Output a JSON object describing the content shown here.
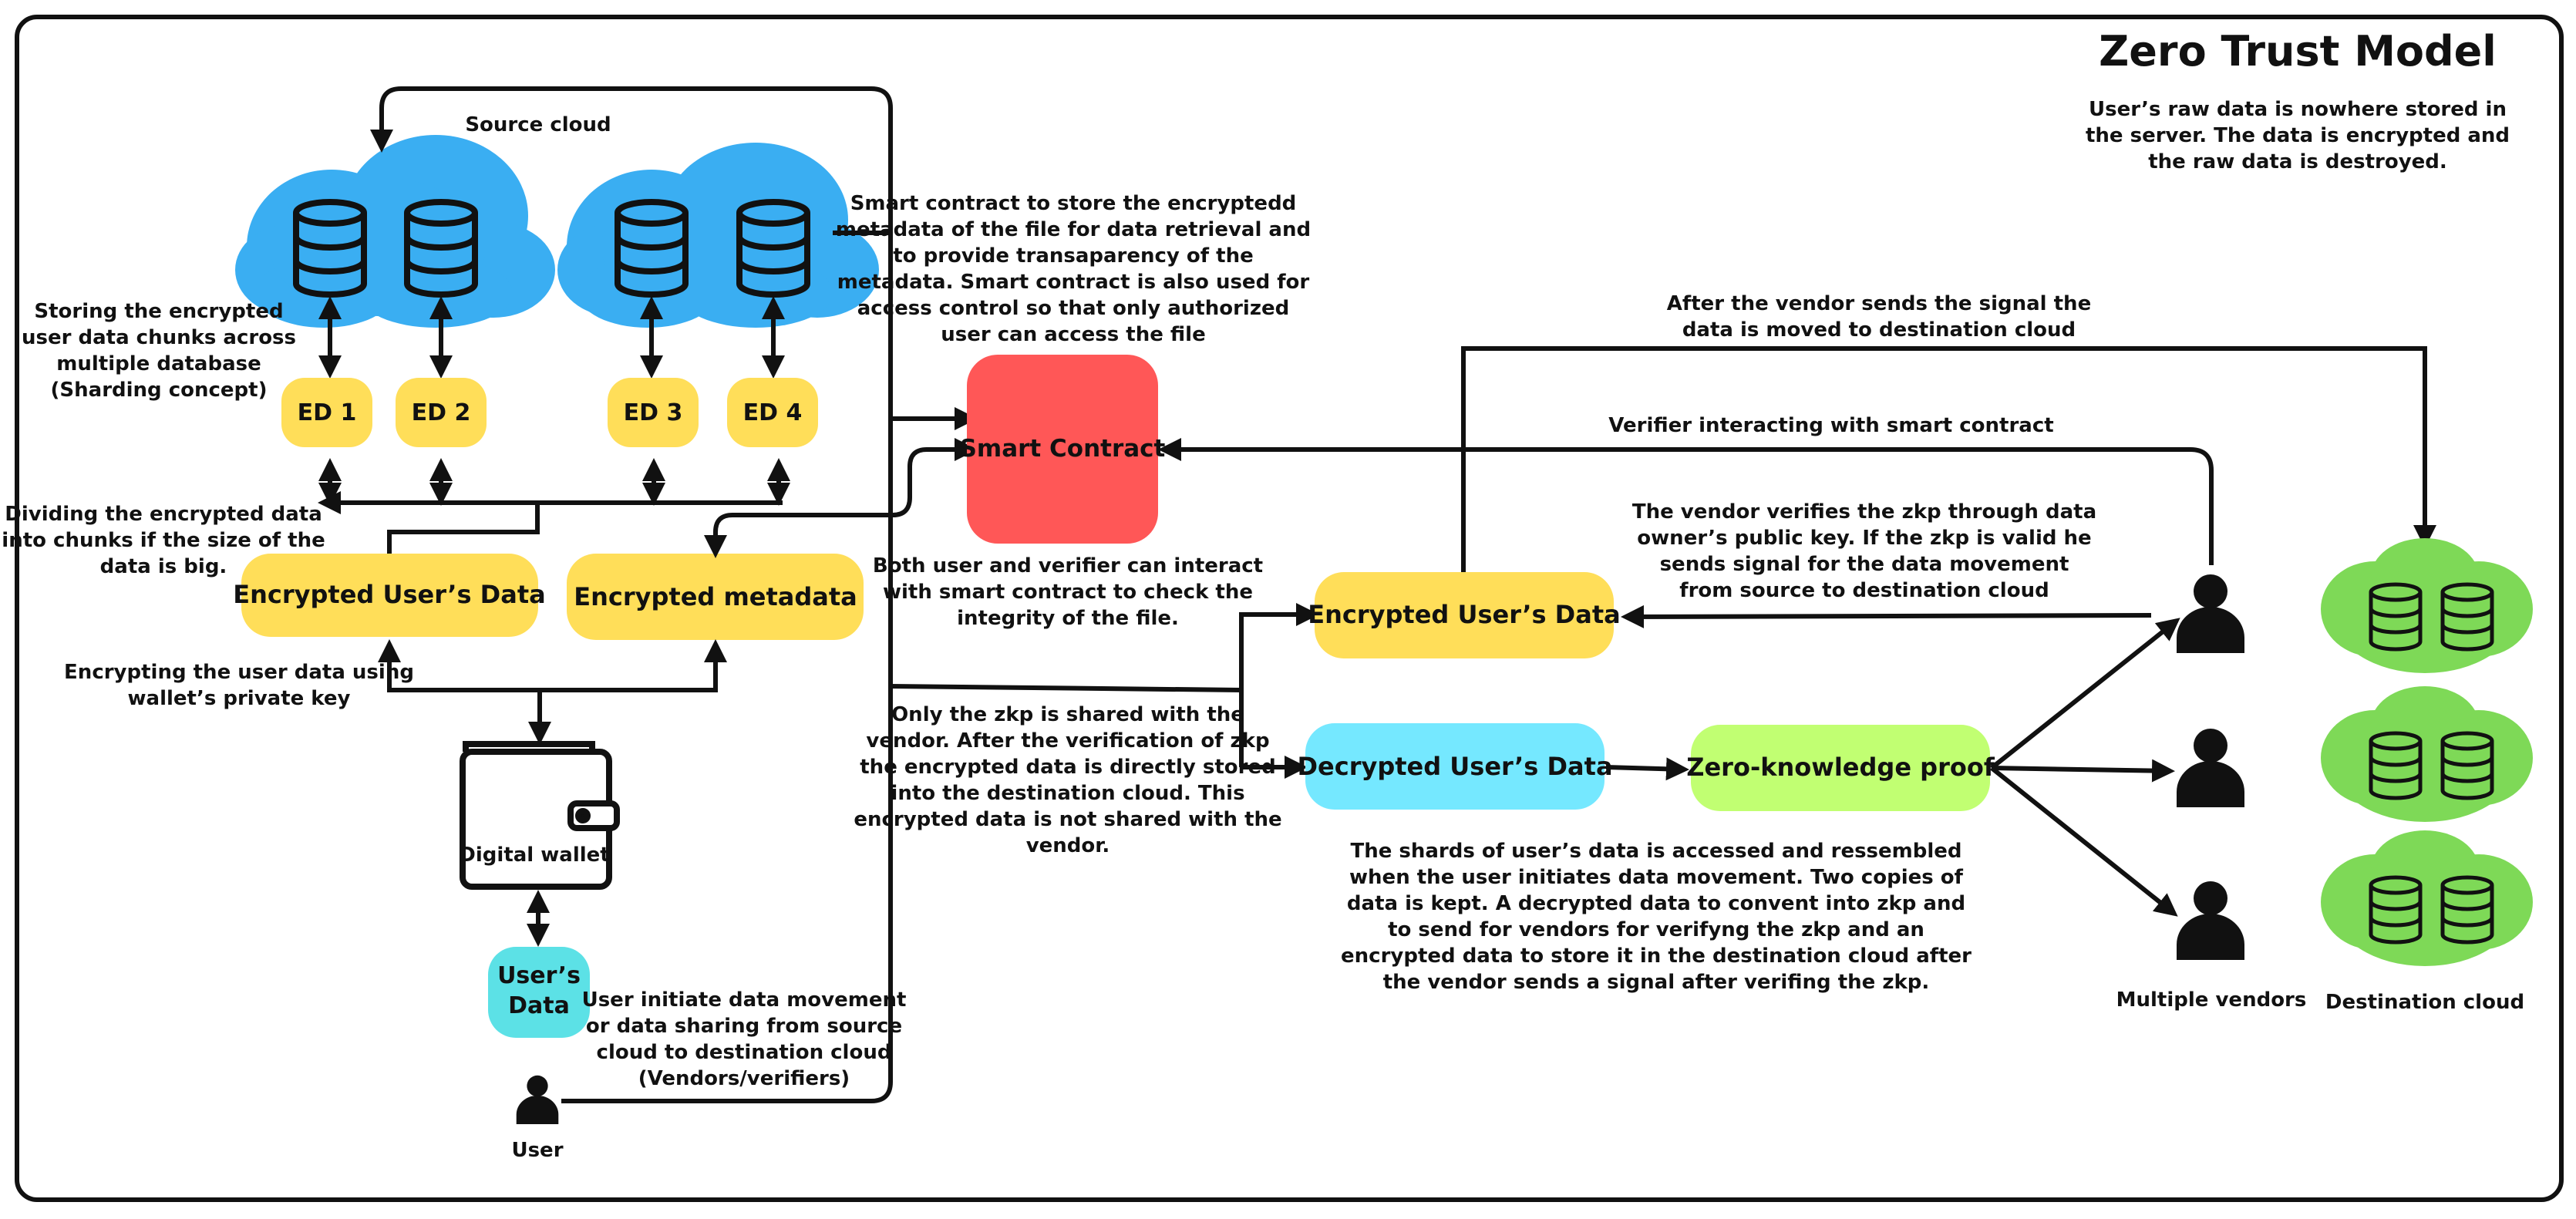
{
  "title": "Zero Trust Model",
  "subtitle": [
    "User’s raw data is nowhere stored in",
    "the server. The data is encrypted and",
    "the raw data is destroyed."
  ],
  "source_cloud_label": "Source cloud",
  "storing_note": [
    "Storing the encrypted",
    "user data chunks across",
    "multiple database",
    "(Sharding concept)"
  ],
  "ed_labels": [
    "ED 1",
    "ED 2",
    "ED 3",
    "ED 4"
  ],
  "dividing_note": [
    "Dividing the encrypted data",
    "into chunks if the size of the",
    "data is big."
  ],
  "encrypted_users_data": "Encrypted User’s Data",
  "encrypted_metadata": "Encrypted metadata",
  "encrypting_note": [
    "Encrypting the user data using",
    "wallet’s private key"
  ],
  "digital_wallet": "Digital wallet",
  "users_data": [
    "User’s",
    "Data"
  ],
  "user_label": "User",
  "user_initiate_note": [
    "User initiate data movement",
    "or data sharing from source",
    "cloud to destination cloud",
    "(Vendors/verifiers)"
  ],
  "smart_contract": "Smart Contract",
  "smart_contract_note": [
    "Smart contract to store the encryptedd",
    "metadata of the file for data retrieval and",
    "to provide transaparency of the",
    "metadata. Smart contract is also used for",
    "access control so that only authorized",
    "user can access the file"
  ],
  "both_user_note": [
    "Both user and verifier can interact",
    "with smart contract to check the",
    "integrity of the file."
  ],
  "only_zkp_note": [
    "Only the zkp is shared with the",
    "vendor. After the verification of zkp",
    "the encrypted data is directly stored",
    "into the destination cloud. This",
    "encrypted data is not shared with the",
    "vendor."
  ],
  "encrypted_users_data_2": "Encrypted User’s Data",
  "decrypted_users_data": "Decrypted User’s Data",
  "zkp": "Zero-knowledge proof",
  "shards_note": [
    "The shards of user’s data is accessed and ressembled",
    "when the user initiates data movement. Two copies of",
    "data is kept. A decrypted data to convent into zkp and",
    "to send for vendors for verifyng the zkp and an",
    "encrypted data to store it in the destination cloud after",
    "the vendor sends a signal after verifing the zkp."
  ],
  "after_vendor_note": [
    "After the vendor sends the signal the",
    "data is moved to destination cloud"
  ],
  "verifier_note": "Verifier interacting with smart contract",
  "vendor_verifies_note": [
    "The vendor verifies the zkp through data",
    "owner’s public key. If  the zkp is valid he",
    "sends signal for the data movement",
    "from source to destination cloud"
  ],
  "multiple_vendors": "Multiple vendors",
  "destination_cloud": "Destination cloud",
  "colors": {
    "source_cloud": "#3aaef2",
    "dest_cloud": "#7ed957",
    "ed_box": "#ffde59",
    "encrypted_box": "#ffde59",
    "smart_contract": "#ff5757",
    "users_data": "#5ce1e6",
    "decrypted_box": "#75e8ff",
    "zkp_box": "#c1ff72"
  }
}
